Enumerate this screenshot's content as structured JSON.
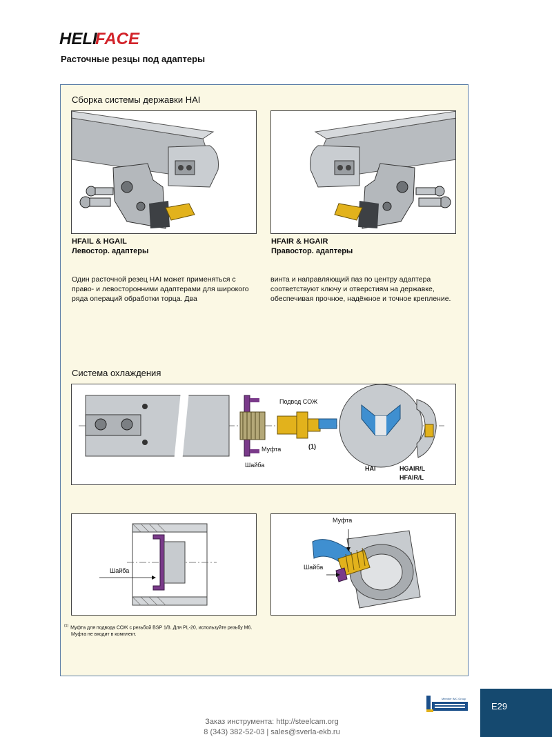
{
  "header": {
    "brand_left": "HELI",
    "brand_right": "FACE",
    "subtitle": "Расточные резцы под адаптеры"
  },
  "assembly": {
    "title": "Сборка системы державки HAI",
    "left": {
      "code": "HFAIL & HGAIL",
      "desc": "Левостор. адаптеры"
    },
    "right": {
      "code": "HFAIR & HGAIR",
      "desc": "Правостор. адаптеры"
    },
    "para_left": "Один расточной резец HAI может применяться с право- и левосторонними адаптерами для широкого ряда операций обработки торца. Два",
    "para_right": "винта и направляющий паз по центру адаптера соответствуют ключу и отверстиям на державке, обеспечивая прочное, надёжное и точное крепление."
  },
  "cooling": {
    "title": "Система охлаждения",
    "labels": {
      "coolant_supply": "Подвод СОЖ",
      "coupling": "Муфта",
      "washer": "Шайба",
      "note_ref": "(1)",
      "hai": "HAI",
      "hgair": "HGAIR/L",
      "hfair": "HFAIR/L"
    },
    "detail_left": {
      "washer": "Шайба"
    },
    "detail_right": {
      "coupling": "Муфта",
      "washer": "Шайба"
    }
  },
  "footnote": {
    "marker": "(1)",
    "line1": "Муфта для подвода СОЖ  с резьбой BSP 1/8. Для PL-20, используйте резьбу M6.",
    "line2": "Муфта не входит в комплект."
  },
  "footer": {
    "page": "E29",
    "contact_line1": "Заказ инструмента: http://steelcam.org",
    "contact_line2": "8 (343) 382-52-03  |  sales@sverla-ekb.ru",
    "member_text": "Member IMC Group"
  },
  "colors": {
    "panel_bg": "#fbf8e4",
    "panel_border": "#5d7fa8",
    "brand_red": "#d2232a",
    "page_tab": "#15496f",
    "insert_gold": "#e2b21c",
    "washer_purple": "#7a3a8a",
    "coolant_blue": "#3f8fd0"
  }
}
